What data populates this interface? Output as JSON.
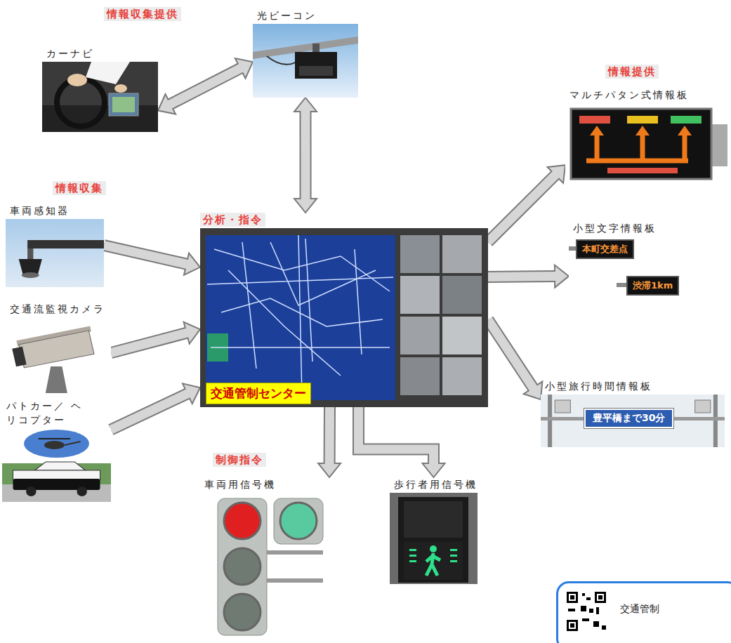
{
  "diagram": {
    "nodes": [
      {
        "text": [
          "光ビーコン"
        ]
      },
      {
        "text": [
          "カーナビ"
        ]
      },
      {
        "text": [
          "マルチパタン式情報板"
        ]
      },
      {
        "text": [
          "車両感知器"
        ]
      },
      {
        "text": [
          "分析・指令",
          "交通管制センター"
        ]
      },
      {
        "text": [
          "小型文字情報板",
          "本町交差点",
          "渋滞1km"
        ]
      },
      {
        "text": [
          "交通流監視カメラ"
        ]
      },
      {
        "text": [
          "パトカー／ ヘリコプター"
        ]
      },
      {
        "text": [
          "小型旅行時間情報板",
          "豊平橋まで30分"
        ]
      },
      {
        "text": [
          "車両用信号機"
        ]
      },
      {
        "text": [
          "歩行者用信号機"
        ]
      },
      {
        "text": [
          "交通管制"
        ]
      }
    ],
    "edges": [
      {
        "from": 1,
        "to": 0,
        "arrow": "both"
      },
      {
        "from": 0,
        "to": 4,
        "arrow": "both"
      },
      {
        "from": 3,
        "to": 4,
        "arrow": "to"
      },
      {
        "from": 6,
        "to": 4,
        "arrow": "to"
      },
      {
        "from": 7,
        "to": 4,
        "arrow": "to"
      },
      {
        "from": 4,
        "to": 2,
        "arrow": "to"
      },
      {
        "from": 4,
        "to": 5,
        "arrow": "to"
      },
      {
        "from": 4,
        "to": 8,
        "arrow": "to"
      },
      {
        "from": 4,
        "to": 9,
        "arrow": "to"
      },
      {
        "from": 4,
        "to": 10,
        "arrow": "to"
      }
    ],
    "labels": [
      "情報収集提供",
      "情報提供",
      "情報収集",
      "制御指令"
    ]
  }
}
